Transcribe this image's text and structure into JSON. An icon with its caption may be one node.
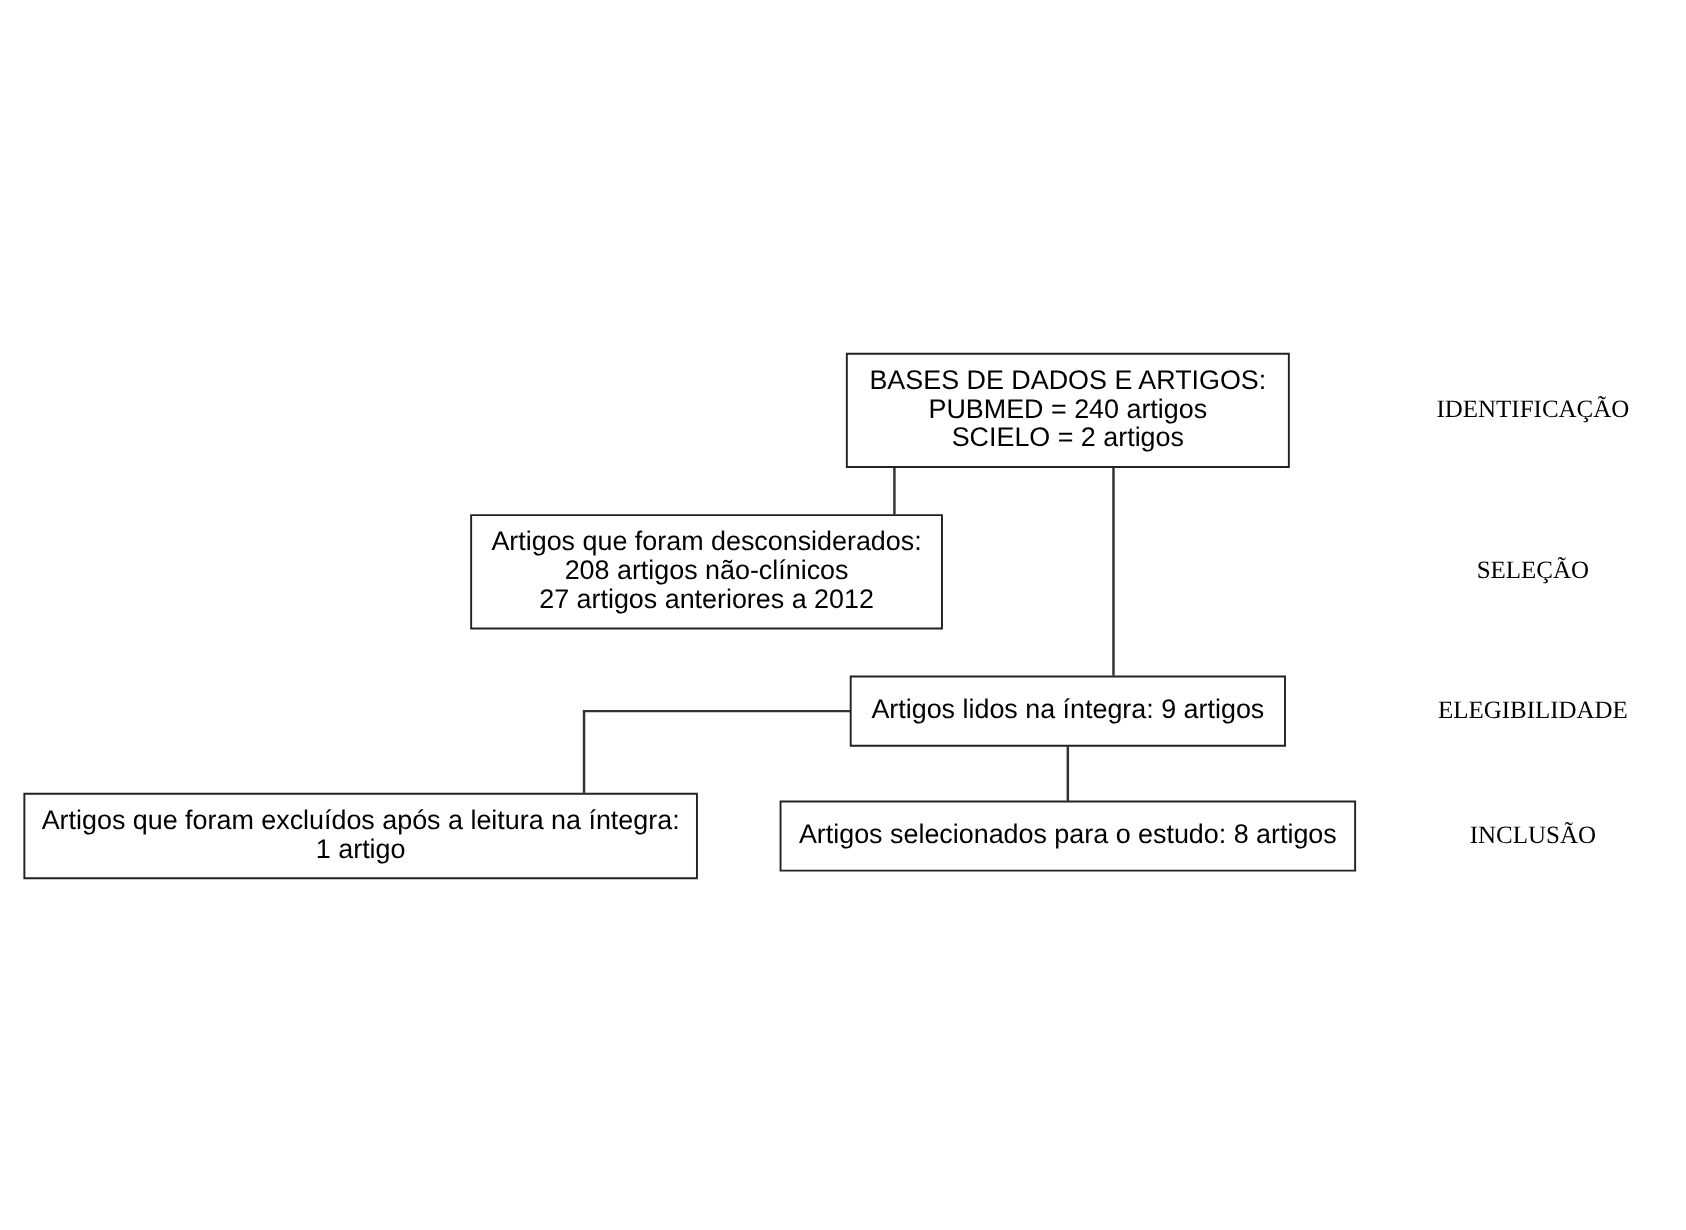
{
  "diagram": {
    "nodes": [
      {
        "text": [
          "BASES DE DADOS E ARTIGOS:",
          "PUBMED = 240 artigos",
          "SCIELO = 2 artigos"
        ]
      },
      {
        "text": [
          "Artigos que foram desconsiderados:",
          "208 artigos não-clínicos",
          "27 artigos anteriores a 2012"
        ]
      },
      {
        "text": [
          "Artigos lidos na íntegra: 9 artigos"
        ]
      },
      {
        "text": [
          "Artigos que foram excluídos após a leitura na íntegra:",
          "1 artigo"
        ]
      },
      {
        "text": [
          "Artigos selecionados para o estudo: 8 artigos"
        ]
      }
    ],
    "edges": [
      {
        "from": 0,
        "to": 2,
        "arrow": "none"
      },
      {
        "from": 0,
        "to": 1,
        "arrow": "none"
      },
      {
        "from": 2,
        "to": 4,
        "arrow": "none"
      },
      {
        "from": 2,
        "to": 3,
        "arrow": "none"
      }
    ],
    "labels": [
      "IDENTIFICAÇÃO",
      "SELEÇÃO",
      "ELEGIBILIDADE",
      "INCLUSÃO"
    ]
  }
}
